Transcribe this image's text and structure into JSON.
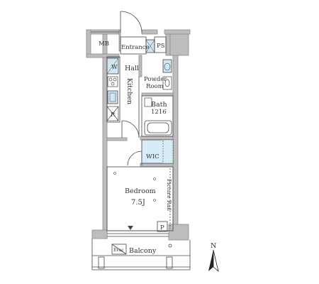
{
  "colors": {
    "wall": "#bdbdbd",
    "wall_dark": "#8c8c8c",
    "line": "#444444",
    "fixture_fill": "#cfe6f3",
    "wic_fill": "#d6ecf7",
    "floor": "#ffffff"
  },
  "rooms": {
    "mb": "MB",
    "entrance": "Entrance",
    "ps": "PS",
    "hall": "Hall",
    "w": "W",
    "powder1": "Powder",
    "powder2": "Room",
    "kitchen": "Kitchen",
    "bath1": "Bath",
    "bath2": "1216",
    "r": "R",
    "wic": "WIC",
    "bedroom1": "Bedroom",
    "bedroom2": "7.5J",
    "picture_rail": "Picture Rail",
    "p": "P",
    "evac": "Evac",
    "balcony": "Balcony",
    "north": "N"
  },
  "icons": [
    "north-arrow-icon",
    "door-swing-icon",
    "toilet-icon",
    "sink-icon",
    "bathtub-icon",
    "stove-icon",
    "washer-icon",
    "fridge-icon"
  ]
}
